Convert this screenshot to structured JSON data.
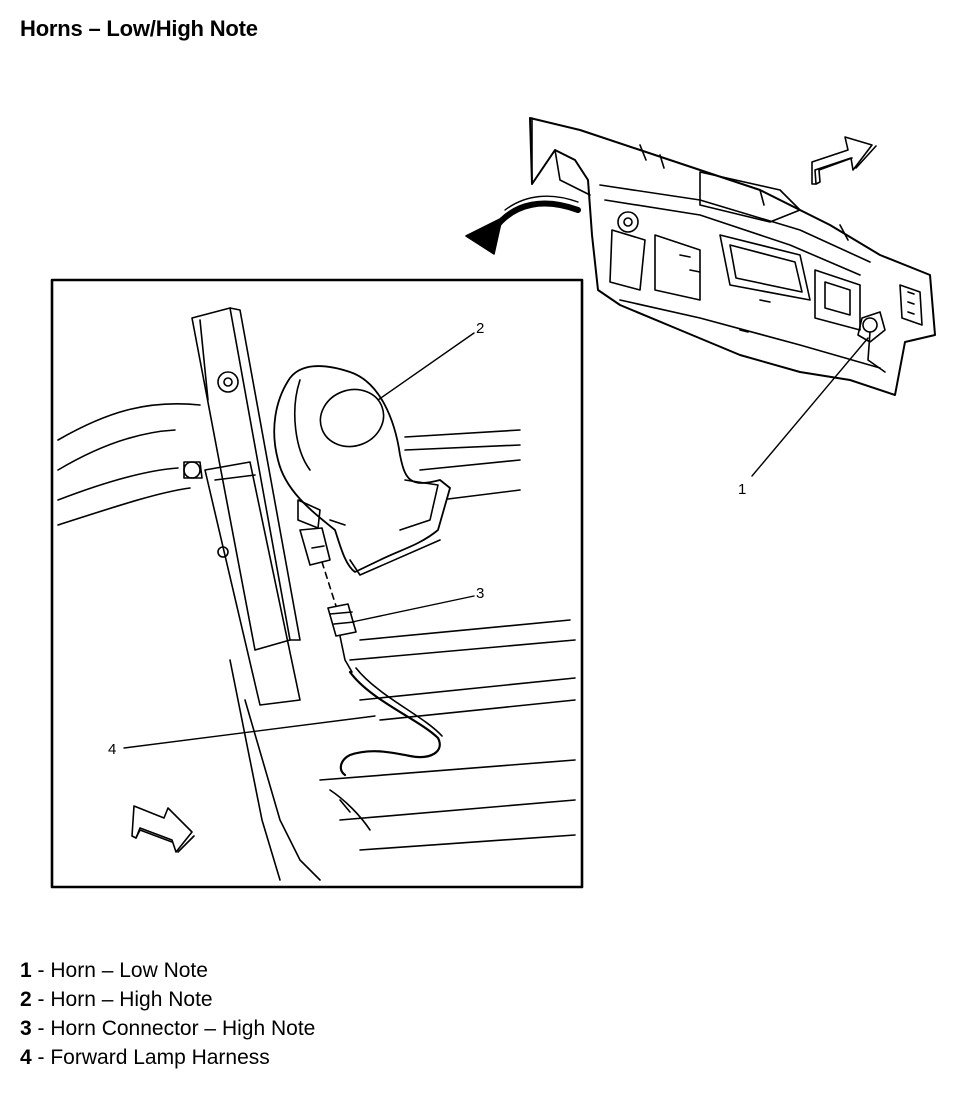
{
  "title": "Horns – Low/High Note",
  "callouts": [
    "1",
    "2",
    "3",
    "4"
  ],
  "legend": [
    {
      "num": "1",
      "sep": " - ",
      "text": "Horn – Low Note"
    },
    {
      "num": "2",
      "sep": " - ",
      "text": "Horn – High Note"
    },
    {
      "num": "3",
      "sep": " - ",
      "text": "Horn Connector – High Note"
    },
    {
      "num": "4",
      "sep": " - ",
      "text": "Forward Lamp Harness"
    }
  ]
}
